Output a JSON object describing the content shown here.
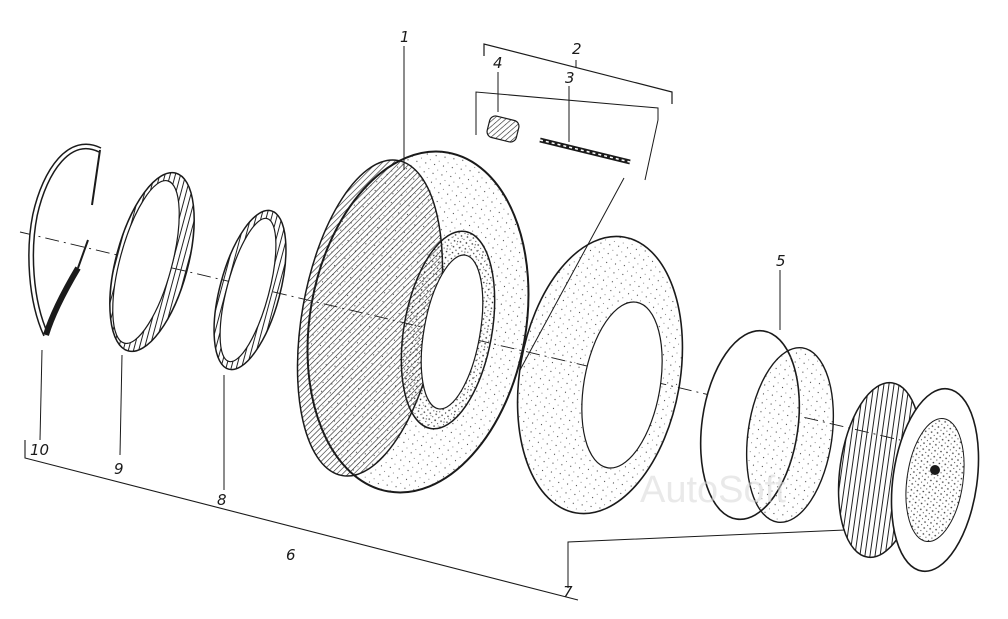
{
  "diagram": {
    "labels": {
      "l1": "1",
      "l2": "2",
      "l3": "3",
      "l4": "4",
      "l5": "5",
      "l6": "6",
      "l7": "7",
      "l8": "8",
      "l9": "9",
      "l10": "10"
    },
    "watermark": "AutoSoft"
  }
}
